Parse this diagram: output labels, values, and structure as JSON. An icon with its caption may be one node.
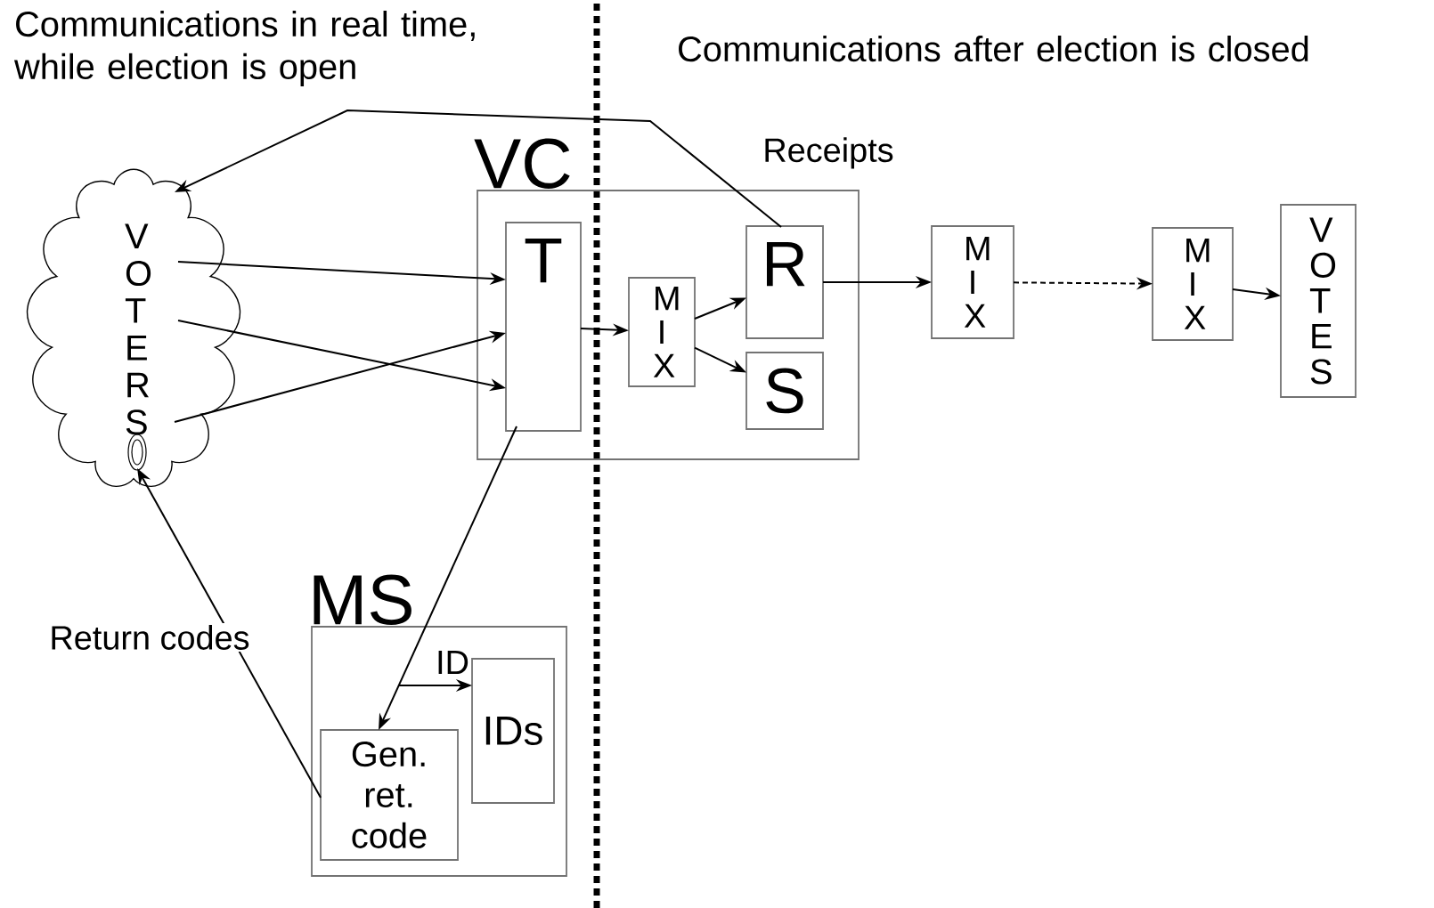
{
  "diagram": {
    "nodes": [
      {
        "text": [
          "V O T E R S"
        ]
      },
      {
        "text": [
          "VC"
        ]
      },
      {
        "text": [
          "T"
        ],
        "in": 1
      },
      {
        "text": [
          "M I X"
        ],
        "in": 1
      },
      {
        "text": [
          "R"
        ],
        "in": 1
      },
      {
        "text": [
          "S"
        ],
        "in": 1
      },
      {
        "text": [
          "M I X"
        ]
      },
      {
        "text": [
          "M I X"
        ]
      },
      {
        "text": [
          "V O T E S"
        ]
      },
      {
        "text": [
          "MS"
        ]
      },
      {
        "text": [
          "Gen. ret. code"
        ],
        "in": 9
      },
      {
        "text": [
          "IDs"
        ],
        "in": 9
      }
    ],
    "edges": [
      {
        "from": 4,
        "to": 0,
        "arrow": "to",
        "label": "Receipts"
      },
      {
        "from": 0,
        "to": 2,
        "arrow": "to"
      },
      {
        "from": 0,
        "to": 2,
        "arrow": "to"
      },
      {
        "from": 0,
        "to": 2,
        "arrow": "to"
      },
      {
        "from": 2,
        "to": 3,
        "arrow": "to"
      },
      {
        "from": 3,
        "to": 4,
        "arrow": "to"
      },
      {
        "from": 3,
        "to": 5,
        "arrow": "to"
      },
      {
        "from": 4,
        "to": 6,
        "arrow": "to"
      },
      {
        "from": 6,
        "to": 7,
        "arrow": "to",
        "style": "dashed"
      },
      {
        "from": 7,
        "to": 8,
        "arrow": "to"
      },
      {
        "from": 2,
        "to": 10,
        "arrow": "to"
      },
      {
        "from": 10,
        "to": 0,
        "arrow": "to",
        "label": "Return codes"
      },
      {
        "from": null,
        "to": 11,
        "arrow": "to",
        "label": "ID"
      }
    ],
    "labels": [
      "Communications in real time, while election is open",
      "Communications after election is closed"
    ]
  }
}
